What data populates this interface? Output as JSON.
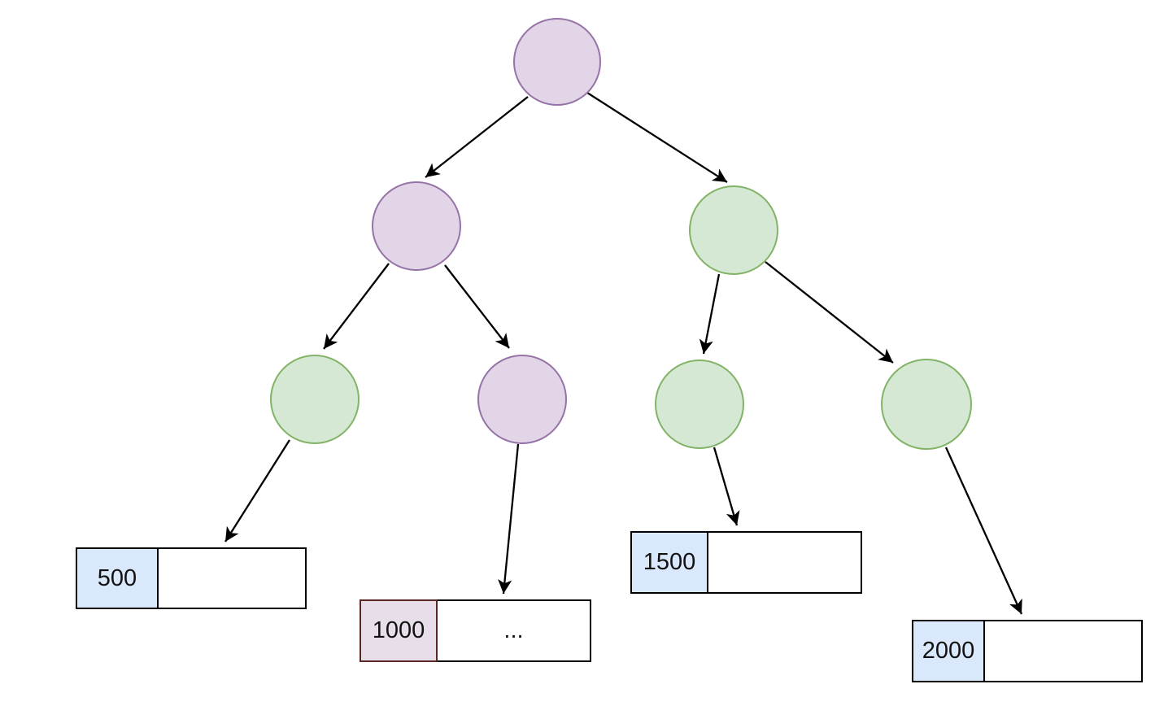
{
  "diagram": {
    "title": "binary tree with leaf buckets",
    "colors": {
      "node_purple_fill": "#e1d5e7",
      "node_purple_stroke": "#9673a6",
      "node_green_fill": "#d5e8d4",
      "node_green_stroke": "#82b366",
      "leaf_key_fill_blue": "#dae8fc",
      "leaf_key_marked_fill": "#e8dee9",
      "leaf_key_marked_stroke": "#5c2626",
      "box_border": "#000000",
      "edge_color": "#000000",
      "background": "#ffffff"
    },
    "nodes": [
      {
        "id": "root",
        "level": 0,
        "color": "purple",
        "label": ""
      },
      {
        "id": "left",
        "level": 1,
        "color": "purple",
        "label": ""
      },
      {
        "id": "right",
        "level": 1,
        "color": "green",
        "label": ""
      },
      {
        "id": "left-left",
        "level": 2,
        "color": "green",
        "label": ""
      },
      {
        "id": "left-right",
        "level": 2,
        "color": "purple",
        "label": ""
      },
      {
        "id": "right-left",
        "level": 2,
        "color": "green",
        "label": ""
      },
      {
        "id": "right-right",
        "level": 2,
        "color": "green",
        "label": ""
      }
    ],
    "edges": [
      {
        "from": "root",
        "to": "left"
      },
      {
        "from": "root",
        "to": "right"
      },
      {
        "from": "left",
        "to": "left-left"
      },
      {
        "from": "left",
        "to": "left-right"
      },
      {
        "from": "right",
        "to": "right-left"
      },
      {
        "from": "right",
        "to": "right-right"
      },
      {
        "from": "left-left",
        "to": "leaf-500"
      },
      {
        "from": "left-right",
        "to": "leaf-1000"
      },
      {
        "from": "right-left",
        "to": "leaf-1500"
      },
      {
        "from": "right-right",
        "to": "leaf-2000"
      }
    ],
    "leaves": [
      {
        "id": "leaf-500",
        "label": "500",
        "value": "",
        "key_style": "blue"
      },
      {
        "id": "leaf-1000",
        "label": "1000",
        "value": "...",
        "key_style": "marked"
      },
      {
        "id": "leaf-1500",
        "label": "1500",
        "value": "",
        "key_style": "blue"
      },
      {
        "id": "leaf-2000",
        "label": "2000",
        "value": "",
        "key_style": "blue"
      }
    ]
  }
}
